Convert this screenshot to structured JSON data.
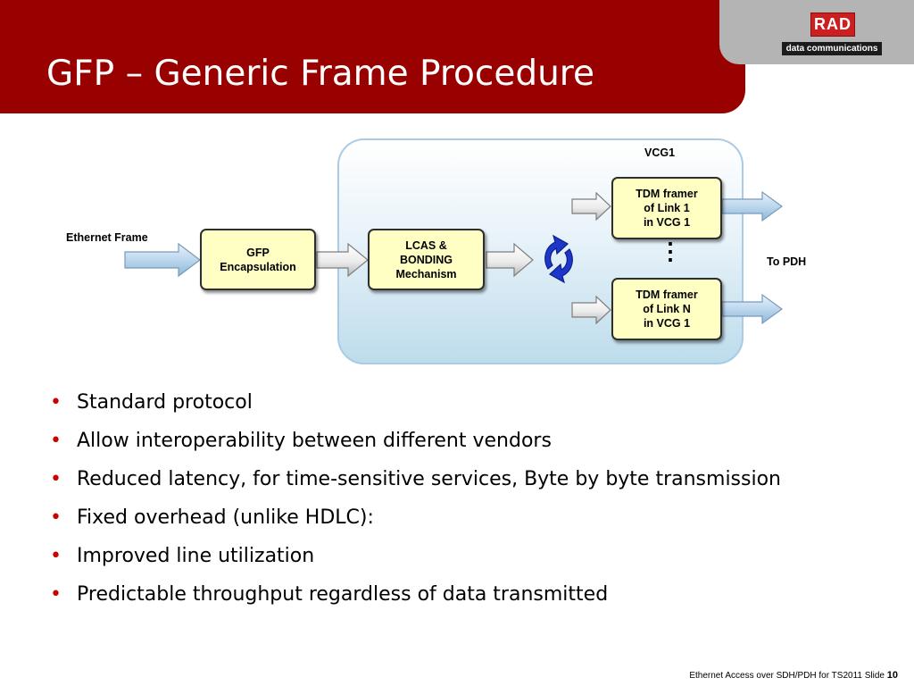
{
  "slide": {
    "title": "GFP – Generic Frame Procedure",
    "number": "10"
  },
  "logo": {
    "brand": "RAD",
    "tagline": "data communications"
  },
  "diagram": {
    "vcg_label": "VCG1",
    "input_label": "Ethernet Frame",
    "output_label": "To PDH",
    "gfp_box": "GFP\nEncapsulation",
    "lcas_box": "LCAS &\nBONDING\nMechanism",
    "tdm_box_1": "TDM framer\nof Link 1\nin VCG 1",
    "tdm_box_n": "TDM framer\nof Link N\nin VCG 1",
    "ellipsis": "⋮",
    "icons": [
      "cycle-arrows-icon"
    ],
    "colors": {
      "box_fill": "#ffffc4",
      "panel_border": "#a9cbe6",
      "arrow_fill": "#bcd7ee",
      "cycle_icon": "#1d37c8"
    }
  },
  "bullets": [
    "Standard protocol",
    "Allow interoperability between different vendors",
    "Reduced latency, for time-sensitive services, Byte by byte transmission",
    "Fixed overhead (unlike HDLC):",
    "Improved line utilization",
    "Predictable throughput regardless of data transmitted"
  ],
  "footer": {
    "text": "Ethernet Access over SDH/PDH for TS2011  Slide "
  },
  "theme": {
    "header_color": "#990000",
    "bullet_color": "#cc0000"
  }
}
